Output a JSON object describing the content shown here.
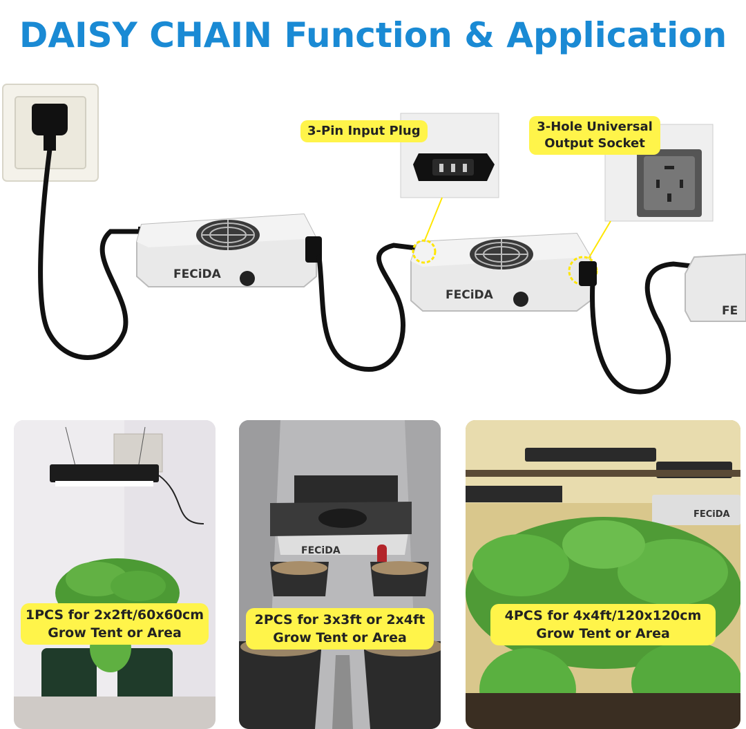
{
  "title": "DAISY CHAIN Function & Application",
  "callouts": {
    "input_plug": "3-Pin Input Plug",
    "output_socket_line1": "3-Hole Universal",
    "output_socket_line2": "Output Socket"
  },
  "brand": "FECiDA",
  "panels": [
    {
      "line1": "1PCS for 2x2ft/60x60cm",
      "line2": "Grow Tent or Area"
    },
    {
      "line1": "2PCS for 3x3ft or 2x4ft",
      "line2": "Grow Tent or Area"
    },
    {
      "line1": "4PCS for 4x4ft/120x120cm",
      "line2": "Grow Tent or Area"
    }
  ],
  "colors": {
    "title": "#1a8ad4",
    "callout": "#fff44a"
  }
}
